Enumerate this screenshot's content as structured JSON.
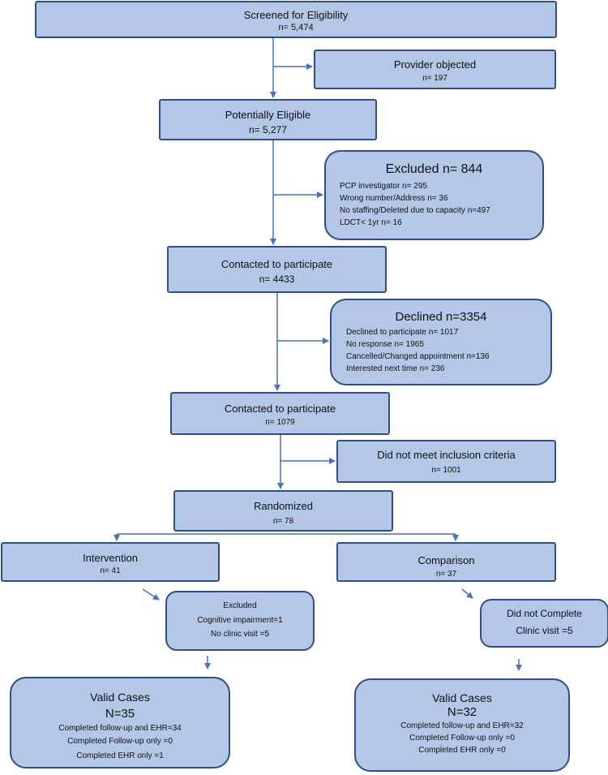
{
  "screened": {
    "title": "Screened for Eligibility",
    "n": "n= 5,474"
  },
  "provider_objected": {
    "title": "Provider objected",
    "n": "n= 197"
  },
  "potentially_eligible": {
    "title": "Potentially Eligible",
    "n": "n= 5,277"
  },
  "excluded_844": {
    "title": "Excluded n= 844",
    "items": [
      "PCP investigator n= 295",
      "Wrong number/Address n= 36",
      "No staffing/Deleted due to capacity n=497",
      "LDCT< 1yr n= 16"
    ]
  },
  "contacted_1": {
    "title": "Contacted to participate",
    "n": "n= 4433"
  },
  "declined": {
    "title": "Declined n=3354",
    "items": [
      "Declined to participate n= 1017",
      "No response n= 1965",
      "Cancelled/Changed appointment n=136",
      "Interested next time n= 236"
    ]
  },
  "contacted_2": {
    "title": "Contacted to participate",
    "n": "n= 1079"
  },
  "not_meet": {
    "title": "Did not meet inclusion criteria",
    "n": "n= 1001"
  },
  "randomized": {
    "title": "Randomized",
    "n": "n= 78"
  },
  "intervention": {
    "title": "Intervention",
    "n": "n= 41"
  },
  "comparison": {
    "title": "Comparison",
    "n": "n= 37"
  },
  "excluded_int": {
    "title": "Excluded",
    "line1": "Cognitive impairment=1",
    "line2": "No clinic visit =5"
  },
  "did_not_complete": {
    "title": "Did not Complete",
    "line1": "Clinic visit =5"
  },
  "valid_int": {
    "title": "Valid Cases",
    "n": "N=35",
    "items": [
      "Completed follow-up and EHR=34",
      "Completed Follow-up only =0",
      "Completed EHR only =1"
    ]
  },
  "valid_comp": {
    "title": "Valid Cases",
    "n": "N=32",
    "items": [
      "Completed follow-up and EHR=32",
      "Completed Follow-up only =0",
      "Completed EHR only =0"
    ]
  },
  "colors": {
    "box_fill": "#b4c7e7",
    "box_border": "#2f4f85",
    "arrow": "#4472c4"
  }
}
